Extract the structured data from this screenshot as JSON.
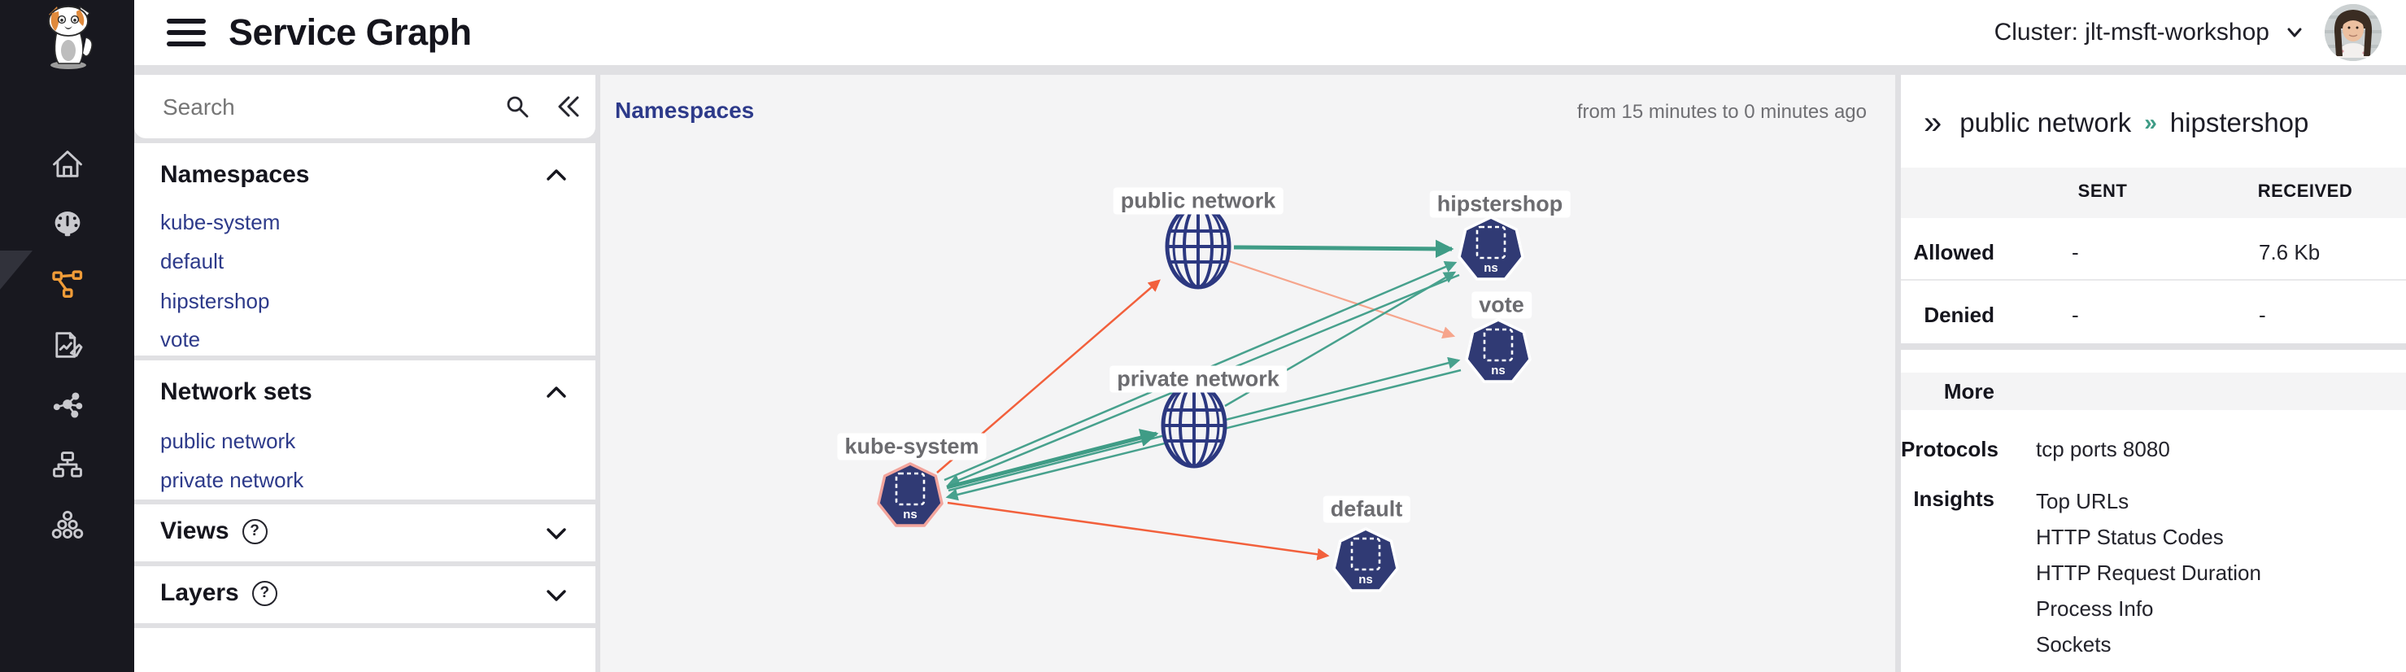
{
  "app": {
    "title": "Service Graph",
    "cluster": "Cluster: jlt-msft-workshop"
  },
  "rail": {
    "active_item": "service-graph",
    "items": [
      "home",
      "dashboard",
      "service-graph",
      "reports",
      "access-graph",
      "hierarchy",
      "clusters"
    ]
  },
  "sidebar": {
    "search": {
      "placeholder": "Search"
    },
    "sections": [
      {
        "title": "Namespaces",
        "expanded": true,
        "items": [
          "kube-system",
          "default",
          "hipstershop",
          "vote"
        ]
      },
      {
        "title": "Network sets",
        "expanded": true,
        "items": [
          "public network",
          "private network"
        ]
      },
      {
        "title": "Views",
        "expanded": false,
        "has_help": true
      },
      {
        "title": "Layers",
        "expanded": false,
        "has_help": true
      }
    ]
  },
  "canvas": {
    "title": "Namespaces",
    "time_range": "from 15 minutes to 0 minutes ago"
  },
  "graph": {
    "ns_badge": "ns",
    "nodes": [
      {
        "label": "public network",
        "type": "network"
      },
      {
        "label": "hipstershop",
        "type": "namespace"
      },
      {
        "label": "vote",
        "type": "namespace"
      },
      {
        "label": "private network",
        "type": "network"
      },
      {
        "label": "kube-system",
        "type": "namespace",
        "highlighted": true
      },
      {
        "label": "default",
        "type": "namespace"
      }
    ],
    "edges": [
      {
        "source": "public network",
        "target": "hipstershop",
        "color": "teal",
        "weight": "thick",
        "selected": true
      },
      {
        "source": "kube-system",
        "target": "public network",
        "color": "orange"
      },
      {
        "source": "public network",
        "target": "vote",
        "color": "salmon"
      },
      {
        "source": "kube-system",
        "target": "private network",
        "color": "teal",
        "weight": "thick"
      },
      {
        "source": "private network",
        "target": "hipstershop",
        "color": "teal"
      },
      {
        "source": "kube-system",
        "target": "hipstershop",
        "color": "teal"
      },
      {
        "source": "hipstershop",
        "target": "kube-system",
        "color": "teal"
      },
      {
        "source": "kube-system",
        "target": "vote",
        "color": "teal"
      },
      {
        "source": "vote",
        "target": "kube-system",
        "color": "teal"
      },
      {
        "source": "kube-system",
        "target": "default",
        "color": "orange"
      }
    ]
  },
  "details": {
    "breadcrumb": {
      "source": "public network",
      "target": "hipstershop"
    },
    "table": {
      "columns": [
        "SENT",
        "RECEIVED"
      ],
      "rows": [
        {
          "label": "Allowed",
          "sent": "-",
          "received": "7.6 Kb"
        },
        {
          "label": "Denied",
          "sent": "-",
          "received": "-"
        }
      ]
    },
    "more": {
      "title": "More",
      "protocols_label": "Protocols",
      "protocols_value": "tcp ports 8080",
      "insights_label": "Insights",
      "insights": [
        "Top URLs",
        "HTTP Status Codes",
        "HTTP Request Duration",
        "Process Info",
        "Sockets"
      ]
    }
  },
  "colors": {
    "accent_orange": "#f09c38",
    "navy_link": "#2d3a8a",
    "node_fill": "#303a74",
    "edge_teal": "#47a18d",
    "edge_orange": "#f2603c",
    "edge_salmon": "#f6a58c",
    "rail_bg": "#18181f",
    "canvas_bg": "#f4f4f5",
    "highlight_border": "#f2a49c"
  }
}
